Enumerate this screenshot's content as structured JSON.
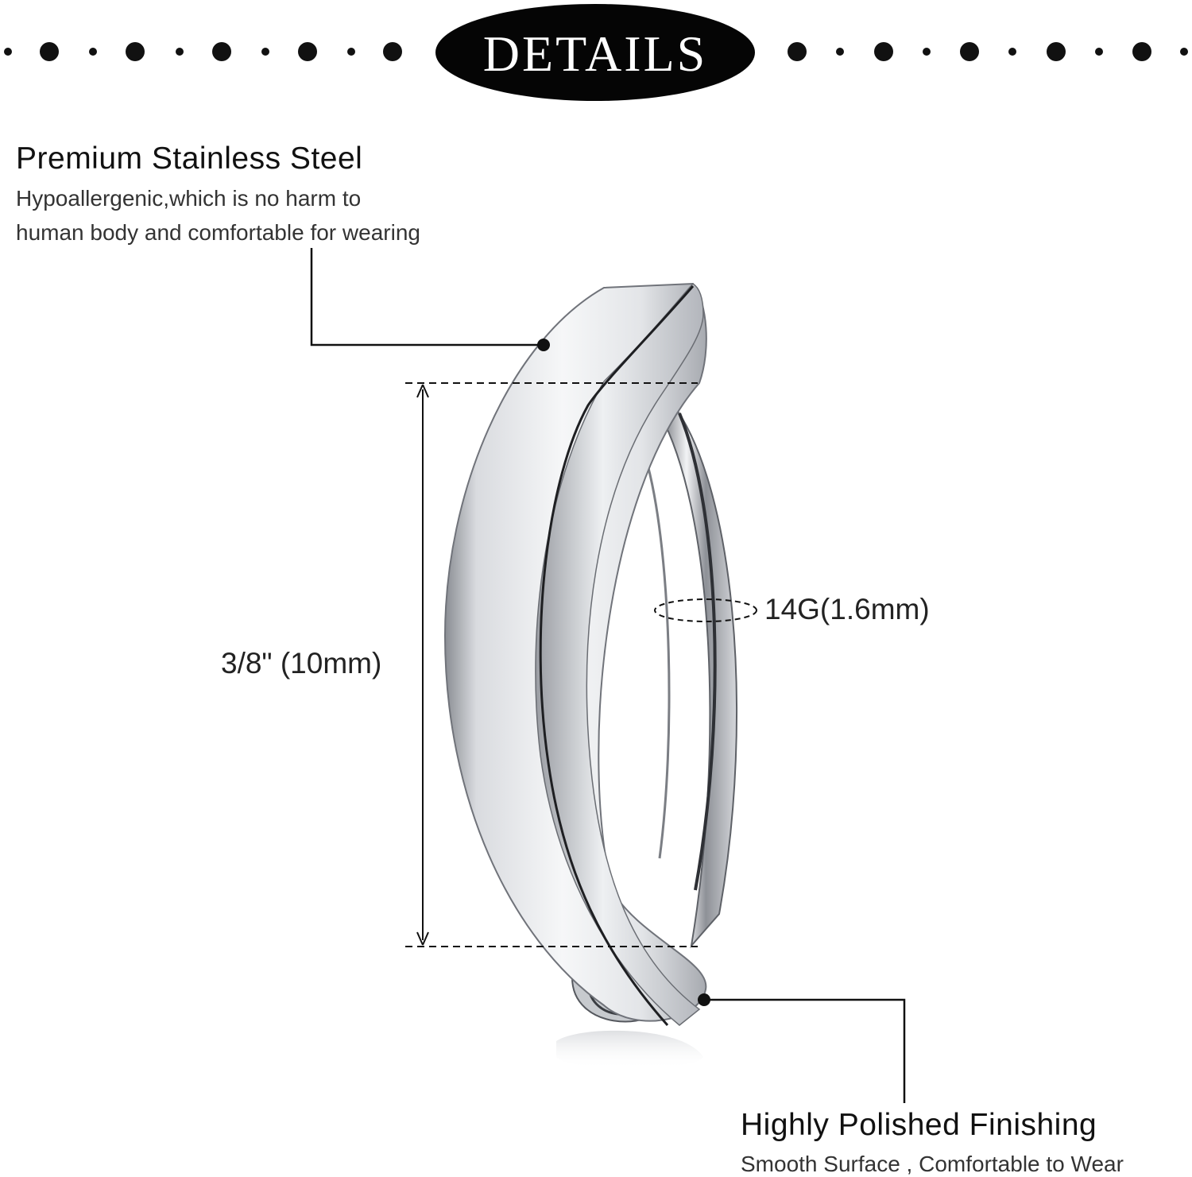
{
  "header": {
    "title": "DETAILS"
  },
  "callouts": {
    "material": {
      "title": "Premium Stainless Steel",
      "line1": "Hypoallergenic,which is no harm to",
      "line2": "human body and comfortable for wearing"
    },
    "finish": {
      "title": "Highly Polished Finishing",
      "line1": "Smooth Surface , Comfortable to Wear"
    }
  },
  "measurements": {
    "length": "3/8\" (10mm)",
    "gauge": "14G(1.6mm)"
  },
  "colors": {
    "banner": "#050505",
    "ink": "#111111",
    "metal_light": "#f4f5f7",
    "metal_mid": "#c9ccd1",
    "metal_dark": "#6d7077"
  },
  "product_image": {
    "subject": "curved belly button ring",
    "icon": "belly-ring-illustration"
  }
}
